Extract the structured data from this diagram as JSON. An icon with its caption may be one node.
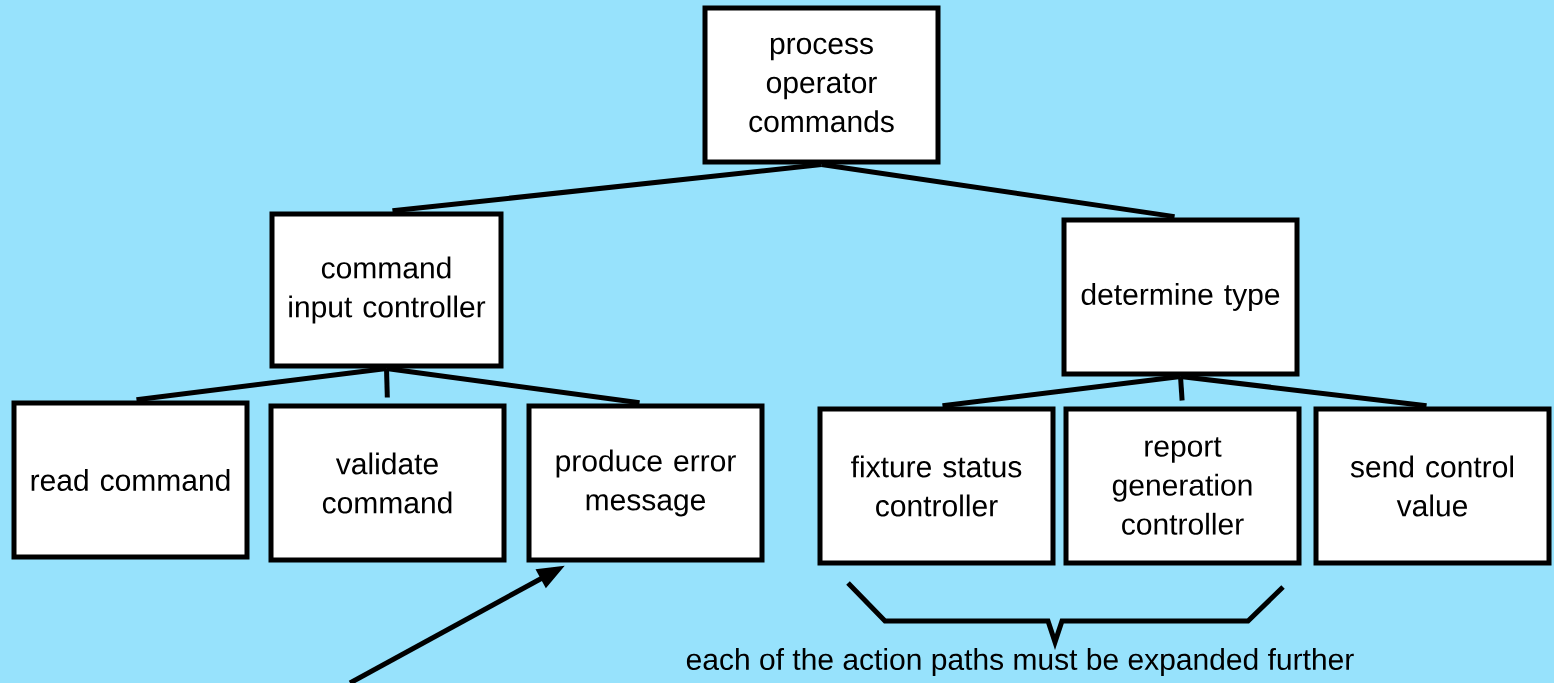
{
  "diagram": {
    "nodes": [
      {
        "text": [
          "process operator commands"
        ]
      },
      {
        "text": [
          "command input controller"
        ]
      },
      {
        "text": [
          "determine type"
        ]
      },
      {
        "text": [
          "read command"
        ]
      },
      {
        "text": [
          "validate command"
        ]
      },
      {
        "text": [
          "produce error message"
        ]
      },
      {
        "text": [
          "fixture status controller"
        ]
      },
      {
        "text": [
          "report generation controller"
        ]
      },
      {
        "text": [
          "send control value"
        ]
      }
    ],
    "edges": [
      {
        "from": 0,
        "to": 1,
        "arrow": "none"
      },
      {
        "from": 0,
        "to": 2,
        "arrow": "none"
      },
      {
        "from": 1,
        "to": 3,
        "arrow": "none"
      },
      {
        "from": 1,
        "to": 4,
        "arrow": "none"
      },
      {
        "from": 1,
        "to": 5,
        "arrow": "none"
      },
      {
        "from": 2,
        "to": 6,
        "arrow": "none"
      },
      {
        "from": 2,
        "to": 7,
        "arrow": "none"
      },
      {
        "from": 2,
        "to": 8,
        "arrow": "none"
      },
      {
        "from": null,
        "to": 5,
        "arrow": "to"
      }
    ],
    "labels": [
      "each of the action paths must be expanded further"
    ]
  }
}
